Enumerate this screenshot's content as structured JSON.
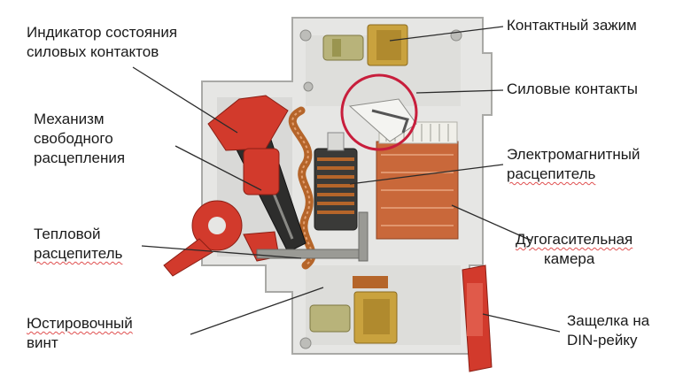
{
  "colors": {
    "housing": "#e4e4e2",
    "housing_shadow": "#b9b9b6",
    "red_part": "#d23a2c",
    "orange_chamber": "#c9683a",
    "brass": "#c9a23e",
    "copper": "#b5652a",
    "callout_line": "#2b2b2b",
    "highlight_circle": "#c81e3c"
  },
  "labels": {
    "status_indicator": [
      "Индикатор состояния",
      "силовых контактов"
    ],
    "free_trip": [
      "Механизм",
      "свободного",
      "расцепления"
    ],
    "thermal": [
      "Тепловой",
      "расцепитель"
    ],
    "adjust_screw": [
      "Юстировочный",
      "винт"
    ],
    "terminal": [
      "Контактный зажим"
    ],
    "power_contacts": [
      "Силовые контакты"
    ],
    "em_release": [
      "Электромагнитный",
      "расцепитель"
    ],
    "arc_chamber": [
      "Дугогасительная",
      "камера"
    ],
    "din_latch": [
      "Защелка на",
      "DIN-рейку"
    ]
  }
}
